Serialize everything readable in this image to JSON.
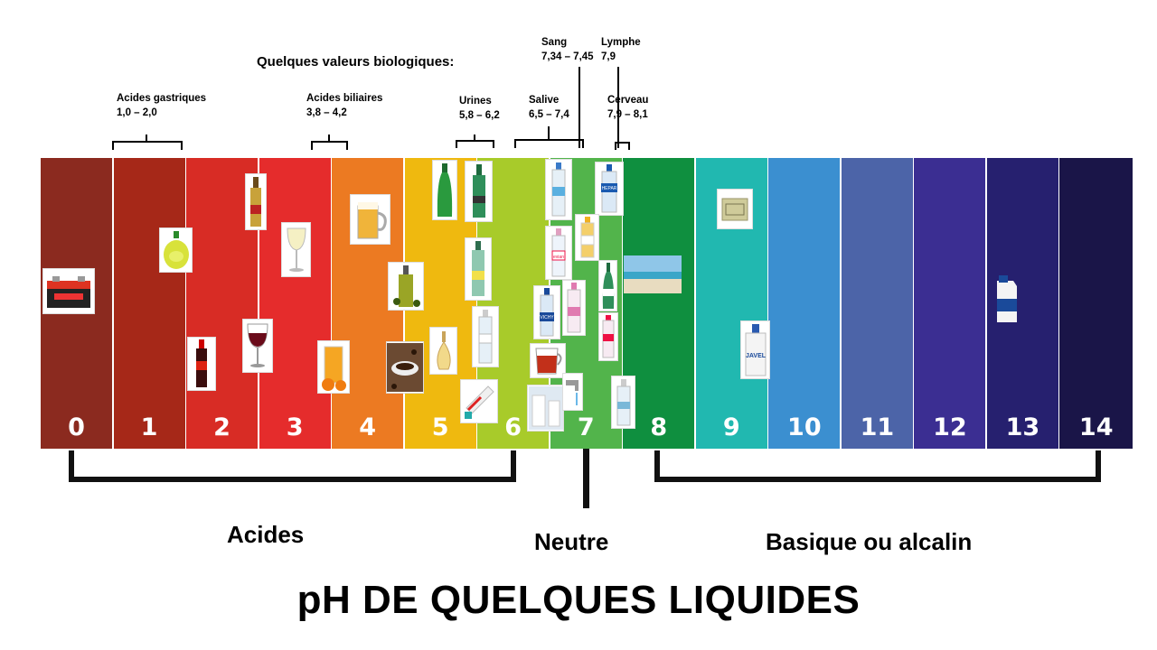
{
  "title": "pH DE QUELQUES LIQUIDES",
  "bio_heading": "Quelques valeurs biologiques:",
  "bands": [
    {
      "label": "0",
      "color": "#8b2a1f"
    },
    {
      "label": "1",
      "color": "#a62818"
    },
    {
      "label": "2",
      "color": "#d82c25"
    },
    {
      "label": "3",
      "color": "#e52c2c"
    },
    {
      "label": "4",
      "color": "#ec7a22"
    },
    {
      "label": "5",
      "color": "#efb90f"
    },
    {
      "label": "6",
      "color": "#a8cb2a"
    },
    {
      "label": "7",
      "color": "#52b44b"
    },
    {
      "label": "8",
      "color": "#0f8f3f"
    },
    {
      "label": "9",
      "color": "#21b8b0"
    },
    {
      "label": "10",
      "color": "#3b8fd0"
    },
    {
      "label": "11",
      "color": "#4c64a8"
    },
    {
      "label": "12",
      "color": "#3b2e92"
    },
    {
      "label": "13",
      "color": "#26206f"
    },
    {
      "label": "14",
      "color": "#1a1548"
    }
  ],
  "bio_values": [
    {
      "name": "Acides gastriques",
      "range": "1,0 – 2,0"
    },
    {
      "name": "Acides biliaires",
      "range": "3,8 – 4,2"
    },
    {
      "name": "Urines",
      "range": "5,8 – 6,2"
    },
    {
      "name": "Salive",
      "range": "6,5 – 7,4"
    },
    {
      "name": "Sang",
      "range": "7,34 – 7,45"
    },
    {
      "name": "Lymphe",
      "range": "7,9"
    },
    {
      "name": "Cerveau",
      "range": "7,9 – 8,1"
    }
  ],
  "categories": {
    "acid": "Acides",
    "neutral": "Neutre",
    "basic": "Basique ou alcalin"
  },
  "item_labels": {
    "vichy": "VICHY",
    "evian": "evian",
    "hepar": "HEPAR",
    "javel": "JAVEL"
  },
  "items": [
    {
      "icon": "car-battery-icon"
    },
    {
      "icon": "lemon-juice-icon"
    },
    {
      "icon": "cola-bottle-icon"
    },
    {
      "icon": "vinegar-bottle-icon"
    },
    {
      "icon": "white-wine-glass-icon"
    },
    {
      "icon": "red-wine-glass-icon"
    },
    {
      "icon": "orange-juice-icon"
    },
    {
      "icon": "beer-mug-icon"
    },
    {
      "icon": "olive-oil-icon"
    },
    {
      "icon": "coffee-cup-icon"
    },
    {
      "icon": "perrier-bottle-icon"
    },
    {
      "icon": "badoit-bottle-icon"
    },
    {
      "icon": "perfume-bottle-icon"
    },
    {
      "icon": "salvetat-bottle-icon"
    },
    {
      "icon": "water-bottle-icon"
    },
    {
      "icon": "toothpaste-icon"
    },
    {
      "icon": "water-bottle-icon"
    },
    {
      "icon": "evian-bottle-icon"
    },
    {
      "icon": "vichy-bottle-icon"
    },
    {
      "icon": "contrex-bottle-icon"
    },
    {
      "icon": "tea-glass-icon"
    },
    {
      "icon": "milk-icon"
    },
    {
      "icon": "tap-water-icon"
    },
    {
      "icon": "hepar-bottle-icon"
    },
    {
      "icon": "vittel-bottle-icon"
    },
    {
      "icon": "san-pellegrino-bottle-icon"
    },
    {
      "icon": "vittel-bottle-icon"
    },
    {
      "icon": "water-bottle-icon"
    },
    {
      "icon": "sea-water-icon"
    },
    {
      "icon": "soap-icon"
    },
    {
      "icon": "bleach-bottle-icon"
    },
    {
      "icon": "detergent-bottle-icon"
    }
  ]
}
